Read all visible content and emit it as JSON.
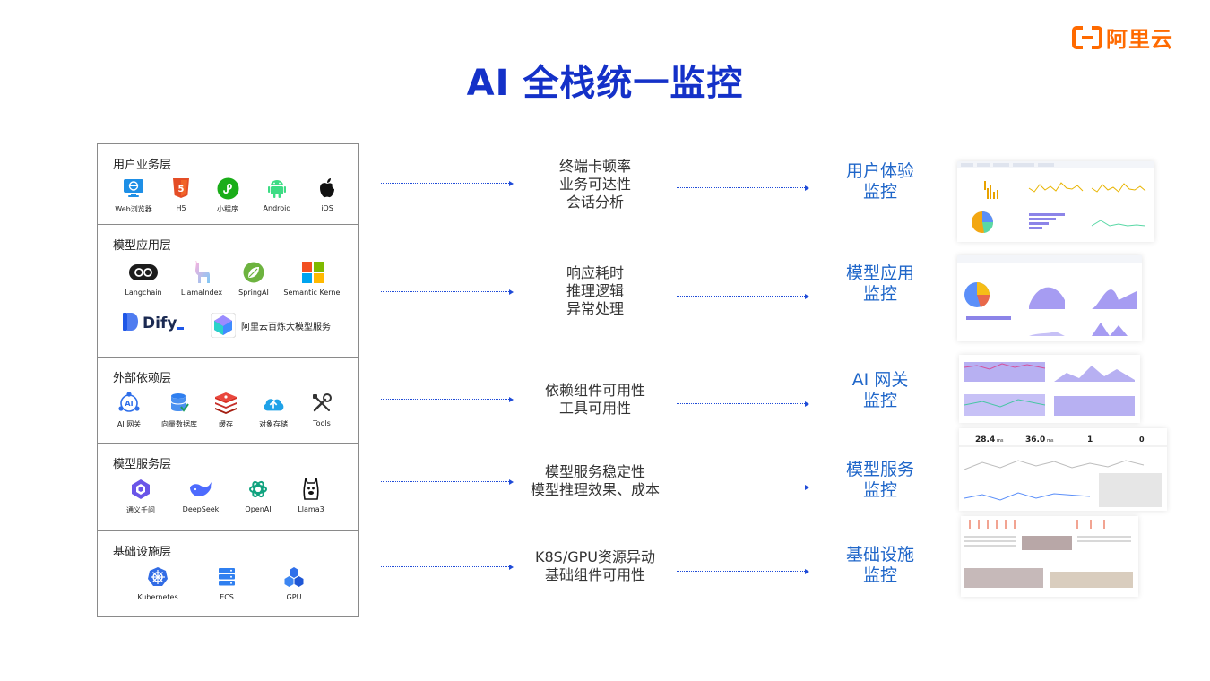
{
  "logo": {
    "text": "阿里云"
  },
  "title": "AI 全栈统一监控",
  "layers": [
    {
      "name": "用户业务层",
      "items": [
        "Web浏览器",
        "H5",
        "小程序",
        "Android",
        "iOS"
      ]
    },
    {
      "name": "模型应用层",
      "items": [
        "Langchain",
        "LlamaIndex",
        "SpringAI",
        "Semantic Kernel"
      ],
      "extra": [
        "Dify",
        "阿里云百炼大模型服务"
      ]
    },
    {
      "name": "外部依赖层",
      "items": [
        "AI 网关",
        "向量数据库",
        "缓存",
        "对象存储",
        "Tools"
      ]
    },
    {
      "name": "模型服务层",
      "items": [
        "通义千问",
        "DeepSeek",
        "OpenAI",
        "Llama3"
      ]
    },
    {
      "name": "基础设施层",
      "items": [
        "Kubernetes",
        "ECS",
        "GPU"
      ]
    }
  ],
  "metrics": [
    [
      "终端卡顿率",
      "业务可达性",
      "会话分析"
    ],
    [
      "响应耗时",
      "推理逻辑",
      "异常处理"
    ],
    [
      "依赖组件可用性",
      "工具可用性"
    ],
    [
      "模型服务稳定性",
      "模型推理效果、成本"
    ],
    [
      "K8S/GPU资源异动",
      "基础组件可用性"
    ]
  ],
  "monitors": [
    [
      "用户体验",
      "监控"
    ],
    [
      "模型应用",
      "监控"
    ],
    [
      "AI 网关",
      "监控"
    ],
    [
      "模型服务",
      "监控"
    ],
    [
      "基础设施",
      "监控"
    ]
  ],
  "dashboard_stats": [
    "28.4",
    "ms",
    "36.0",
    "ms",
    "1",
    "0"
  ],
  "colors": {
    "title": "#1431c8",
    "accent": "#1f66c9",
    "arrow": "#1f4bd8",
    "brand": "#ff6a00"
  }
}
